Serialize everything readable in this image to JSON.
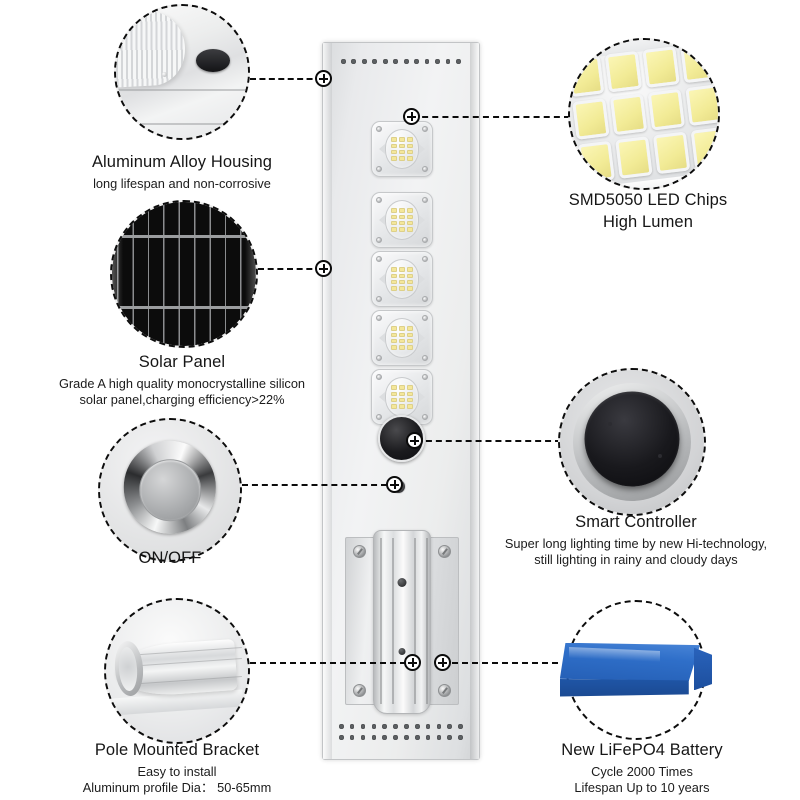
{
  "page": {
    "title": "All-in-One Solar Street Light Feature Diagram"
  },
  "features": [
    {
      "id": "aluminum-alloy-housing",
      "title": "Aluminum Alloy Housing",
      "sub": [
        "long lifespan and non-corrosive"
      ],
      "icon": "aluminum-housing-photo"
    },
    {
      "id": "solar-panel",
      "title": "Solar Panel",
      "sub": [
        "Grade A high quality monocrystalline silicon",
        "solar panel,charging efficiency>22%"
      ],
      "icon": "solar-panel-photo"
    },
    {
      "id": "on-off",
      "title": "ON/OFF",
      "sub": [],
      "icon": "power-button-photo"
    },
    {
      "id": "pole-mounted-bracket",
      "title": "Pole Mounted Bracket",
      "sub": [
        "Easy to install",
        "Aluminum profile  Dia： 50-65mm"
      ],
      "icon": "pole-bracket-photo"
    },
    {
      "id": "smd5050-led-chips",
      "title": "SMD5050 LED Chips",
      "subtitle_line2": "High Lumen",
      "sub": [],
      "icon": "smd5050-led-photo"
    },
    {
      "id": "smart-controller",
      "title": "Smart Controller",
      "sub": [
        "Super long lighting time by new Hi-technology,",
        "still lighting in rainy and cloudy days"
      ],
      "icon": "smart-controller-photo"
    },
    {
      "id": "lifepo4-battery",
      "title": "New LiFePO4 Battery",
      "sub": [
        "Cycle 2000 Times",
        "Lifespan Up to 10 years"
      ],
      "icon": "battery-photo"
    }
  ],
  "smd_title_line1": "SMD5050 LED Chips",
  "smd_title_line2": "High Lumen",
  "product": {
    "name": "all-in-one-solar-street-light",
    "led_module_count": 5,
    "chips_per_module": 12,
    "bracket_screw_count": 4
  },
  "colors": {
    "battery_blue": "#2f6fc9",
    "led_chip_yellow": "#f2eb96",
    "housing_grey": "#e9eaec",
    "callout_line": "#0c0c0c",
    "text": "#161616"
  }
}
